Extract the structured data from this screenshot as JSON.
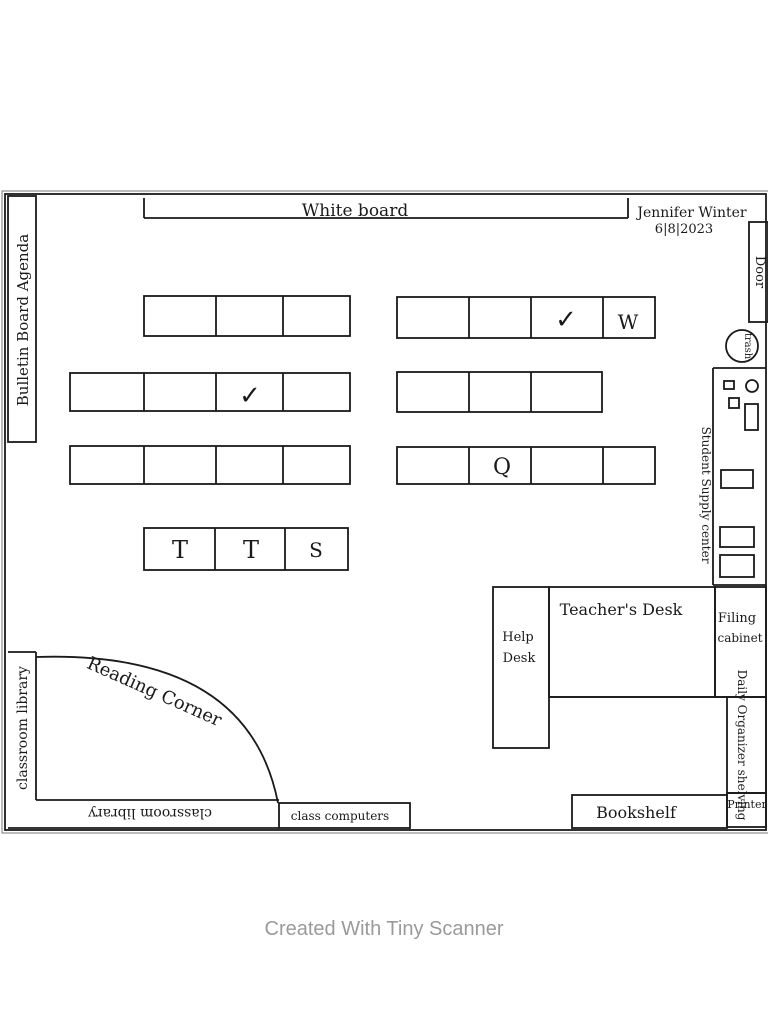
{
  "header": {
    "author": "Jennifer Winter",
    "date": "6|8|2023"
  },
  "labels": {
    "white_board": "White board",
    "door": "Door",
    "bulletin_board": "Bulletin Board Agenda",
    "trash": "trash",
    "student_supply_center": "Student Supply center",
    "teachers_desk": "Teacher's Desk",
    "help_desk_line1": "Help",
    "help_desk_line2": "Desk",
    "filing_line1": "Filing",
    "filing_line2": "cabinet",
    "daily_organizer_shelving": "Daily Organizer shelving",
    "printer": "Printer",
    "bookshelf": "Bookshelf",
    "class_computers": "class computers",
    "classroom_library_side": "classroom library",
    "classroom_library_bottom": "classroom library",
    "reading_corner": "Reading Corner"
  },
  "desk_marks": {
    "tr1": "✓",
    "tr2": "W",
    "ml": "✓",
    "q": "Q",
    "t1": "T",
    "t2": "T",
    "s": "S"
  },
  "footer": {
    "text": "Created With Tiny Scanner"
  }
}
